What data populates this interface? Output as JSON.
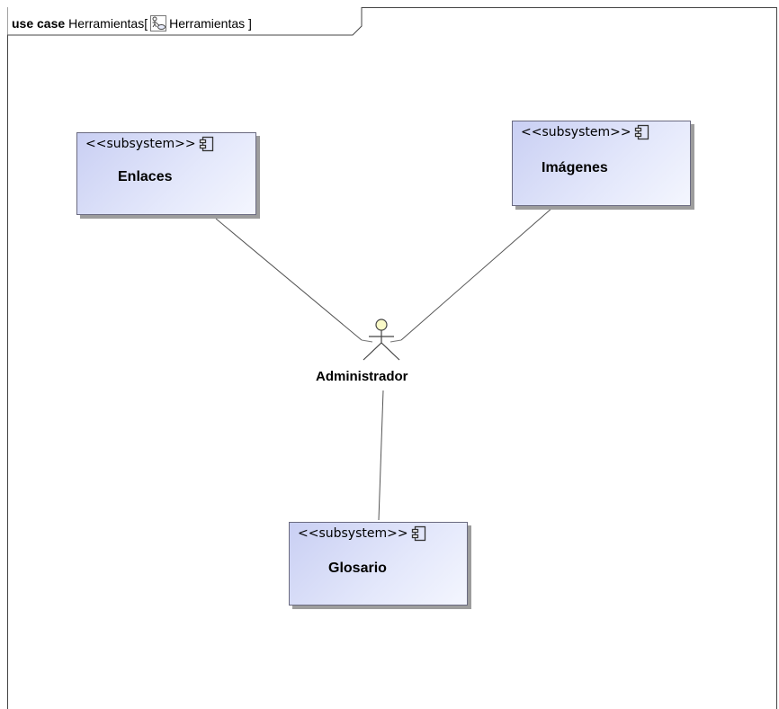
{
  "frame": {
    "keyword": "use case",
    "name": "Herramientas[",
    "diagram_ref": "Herramientas ]",
    "icon": "use-case-diagram-icon"
  },
  "subsystems": [
    {
      "stereotype": "<<subsystem>>",
      "name": "Enlaces",
      "icon": "component-icon"
    },
    {
      "stereotype": "<<subsystem>>",
      "name": "Imágenes",
      "icon": "component-icon"
    },
    {
      "stereotype": "<<subsystem>>",
      "name": "Glosario",
      "icon": "component-icon"
    }
  ],
  "actor": {
    "name": "Administrador",
    "icon": "stick-figure-actor-icon"
  },
  "associations": [
    {
      "from": "Enlaces",
      "to": "Administrador"
    },
    {
      "from": "Imágenes",
      "to": "Administrador"
    },
    {
      "from": "Administrador",
      "to": "Glosario"
    }
  ],
  "colors": {
    "subsystem_fill_start": "#c9cff3",
    "subsystem_fill_end": "#f4f6fe",
    "subsystem_border": "#6a6a80",
    "shadow": "#9d9d9d",
    "actor_head": "#fafac8",
    "line": "#555555"
  }
}
